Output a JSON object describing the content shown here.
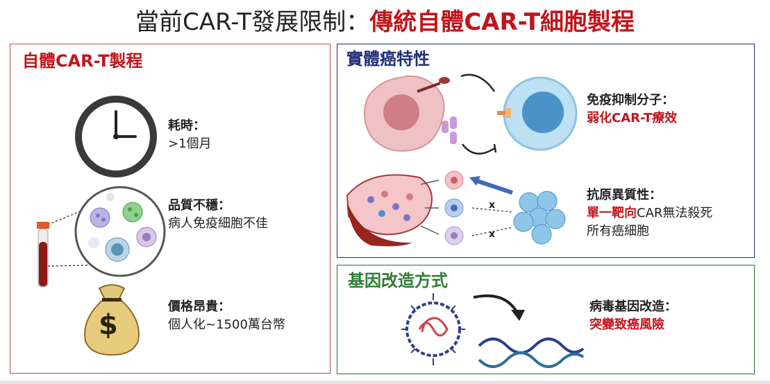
{
  "title": {
    "prefix": "當前CAR-T發展限制：",
    "highlight": "傳統自體CAR-T細胞製程"
  },
  "left_panel": {
    "title": "自體CAR-T製程",
    "items": [
      {
        "label": "耗時：",
        "detail": ">1個月",
        "icon": "clock-icon"
      },
      {
        "label": "品質不穩：",
        "detail": "病人免疫細胞不佳",
        "icon": "blood-cells-magnifier-icon"
      },
      {
        "label": "價格昂貴：",
        "detail": "個人化~1500萬台幣",
        "icon": "money-bag-icon"
      }
    ],
    "money_symbol": "$"
  },
  "tumor_panel": {
    "title": "實體癌特性",
    "item1": {
      "label": "免疫抑制分子：",
      "detail": "弱化CAR-T療效"
    },
    "item2": {
      "label": "抗原異質性：",
      "detail_highlight": "單一靶向",
      "detail_rest": "CAR無法殺死",
      "detail_line2": "所有癌細胞"
    },
    "x_marks": [
      "x",
      "x"
    ]
  },
  "gene_panel": {
    "title": "基因改造方式",
    "item": {
      "label": "病毒基因改造：",
      "detail": "突變致癌風險"
    }
  },
  "colors": {
    "red": "#c0151c",
    "navy": "#1f2f78",
    "green": "#2e7d32"
  }
}
